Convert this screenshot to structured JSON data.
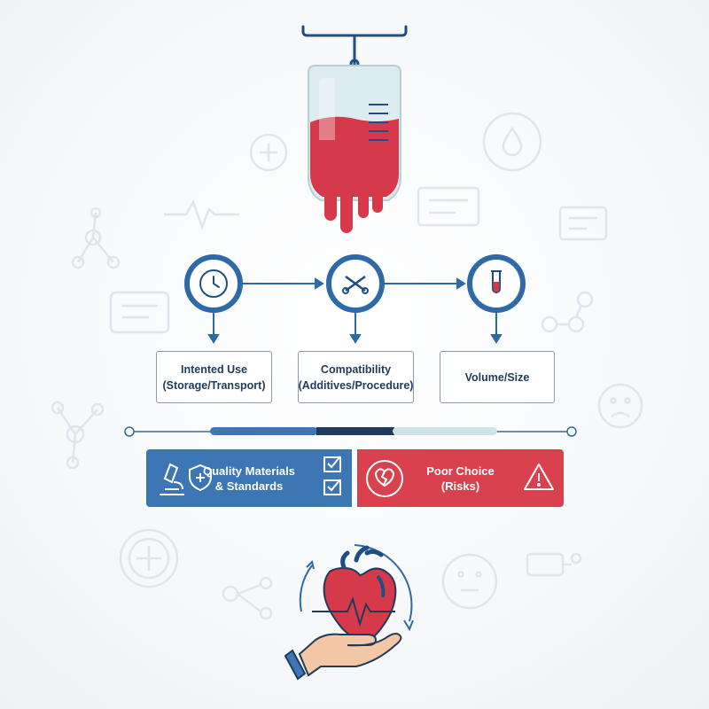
{
  "steps": [
    {
      "icon": "clock-icon",
      "line1": "Intented Use",
      "line2": "(Storage/Transport)"
    },
    {
      "icon": "connector-icon",
      "line1": "Compatibility",
      "line2": "(Additives/Procedure)"
    },
    {
      "icon": "test-tube-icon",
      "line1": "Volume/Size",
      "line2": ""
    }
  ],
  "outcomes": {
    "good": {
      "line1": "Quality Materials",
      "line2": "& Standards",
      "color": "#3d76b4"
    },
    "bad": {
      "line1": "Poor Choice",
      "line2": "(Risks)",
      "color": "#d9414f"
    }
  },
  "colors": {
    "blood": "#d63a4a",
    "navy": "#1f4e85",
    "outline": "#2f6aa8"
  }
}
